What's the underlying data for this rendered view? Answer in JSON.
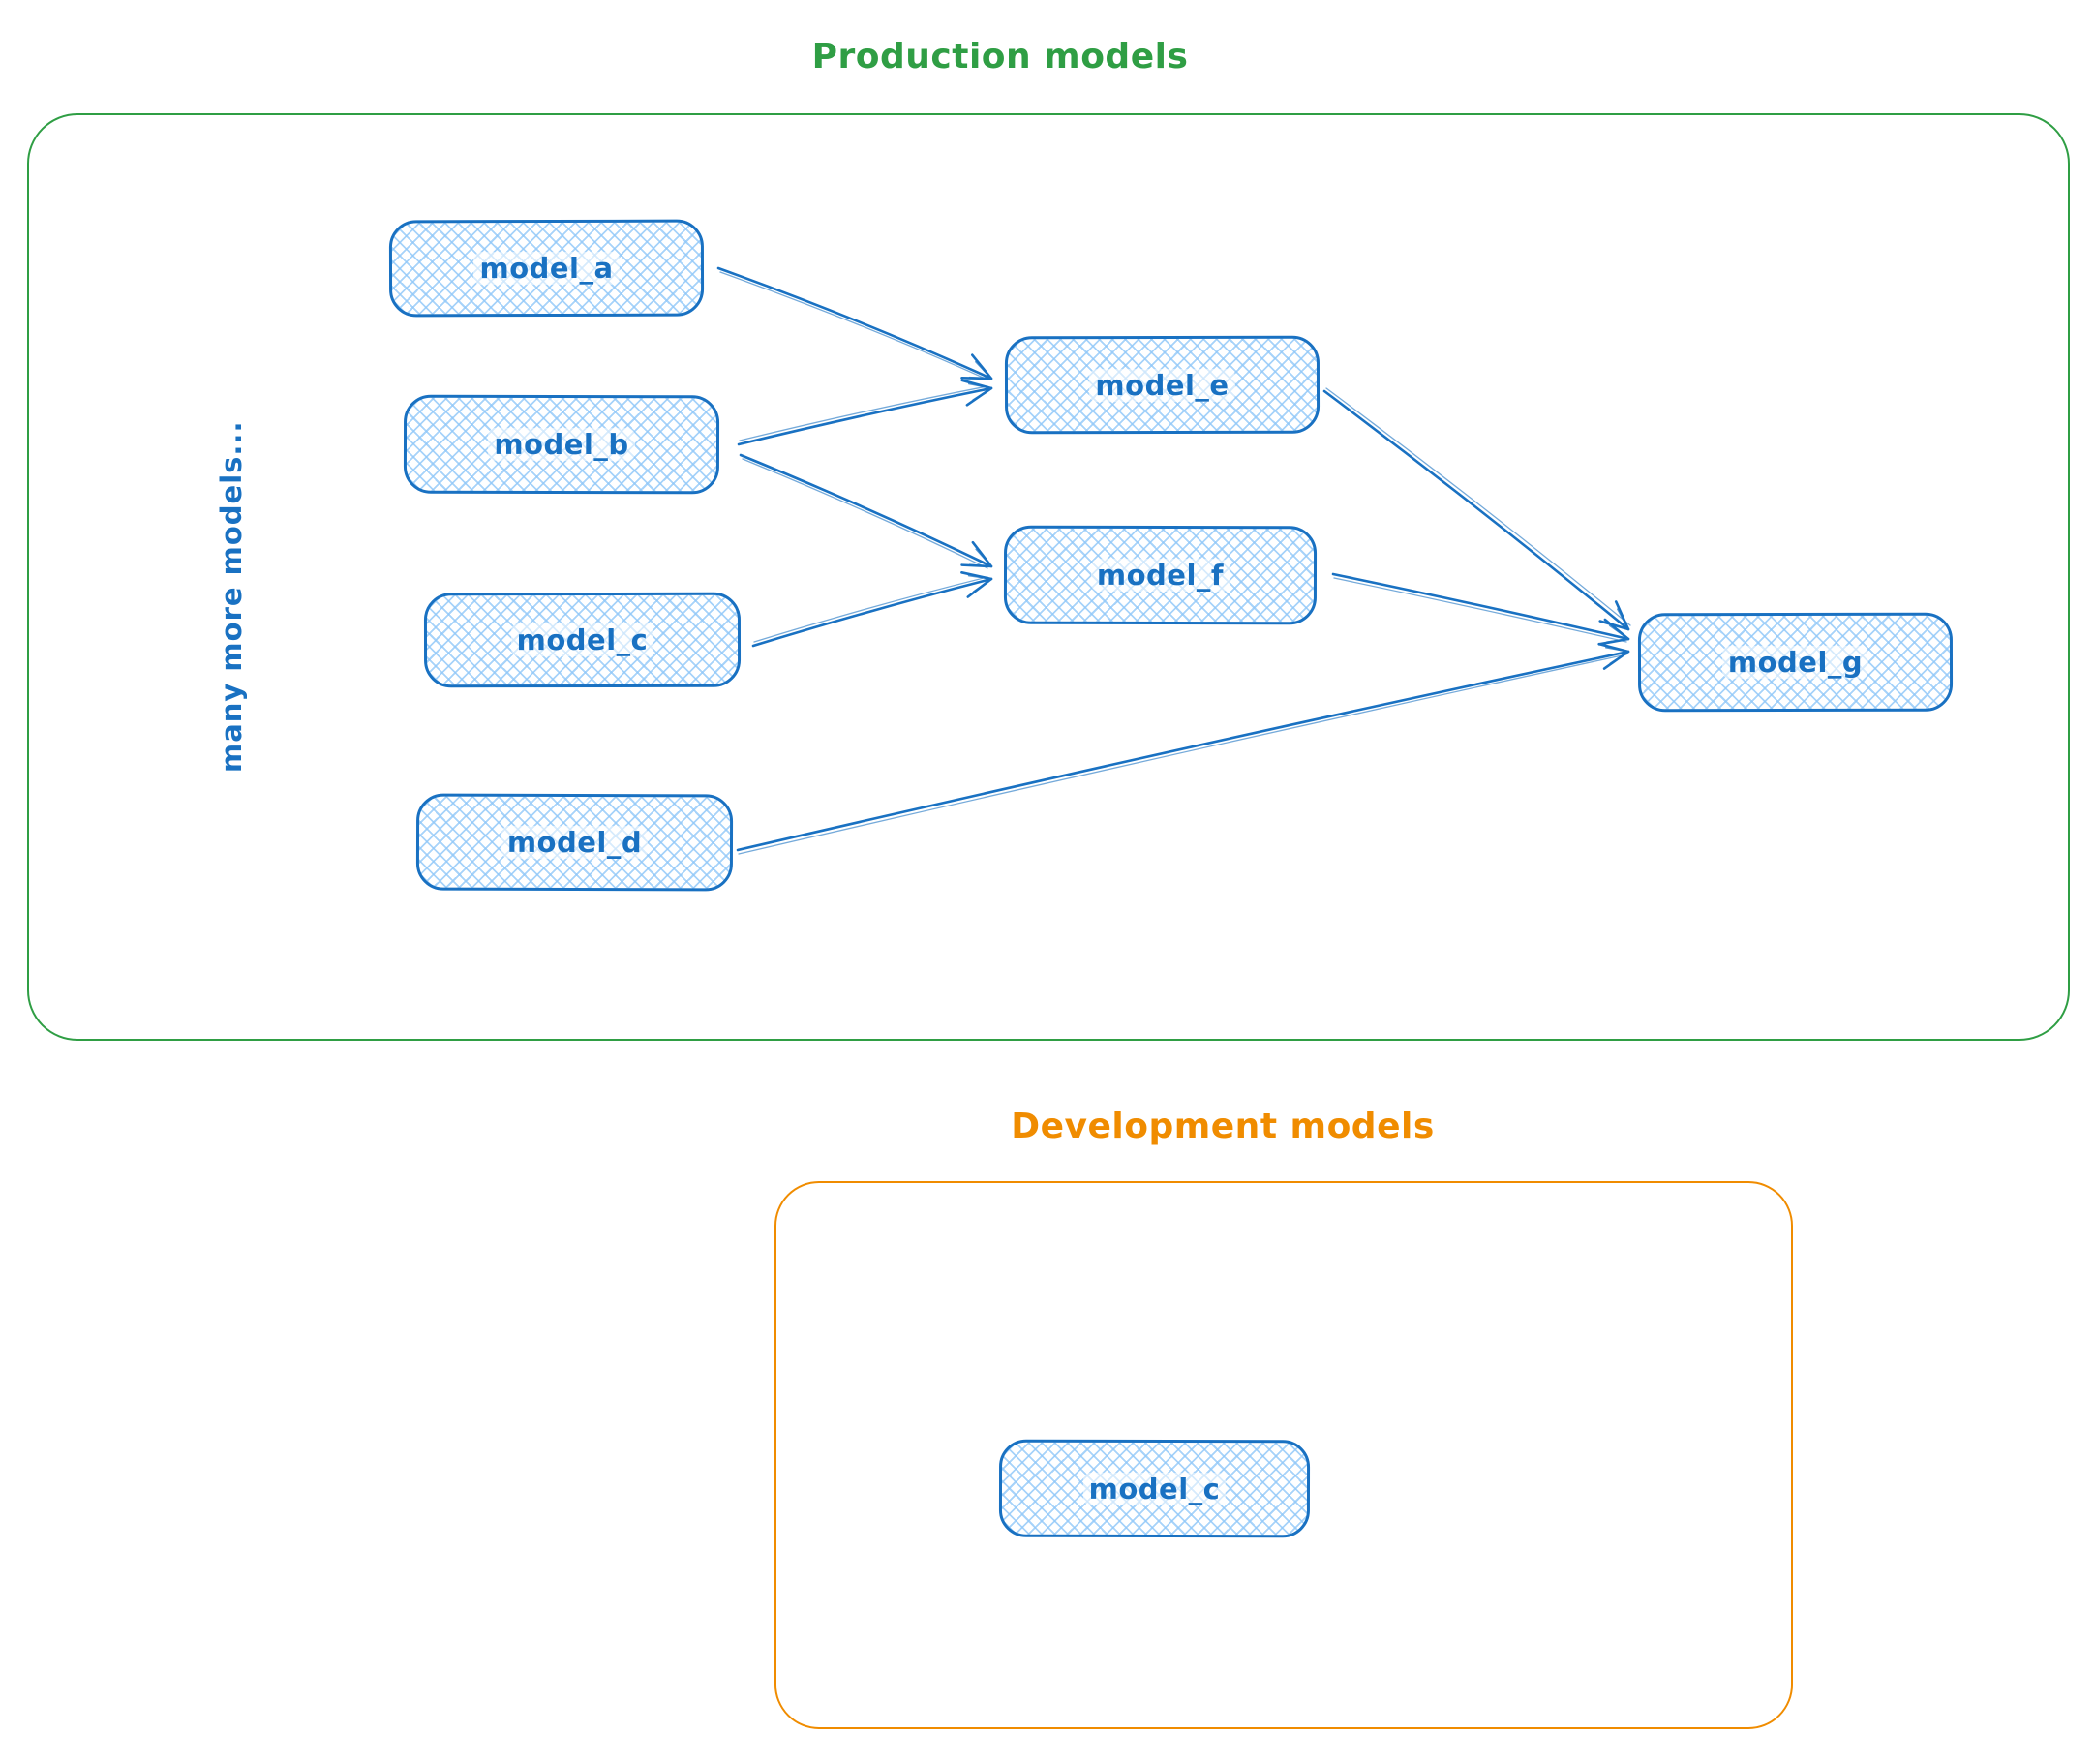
{
  "colors": {
    "blue_stroke": "#1971c2",
    "blue_fill_hatch": "#a5d8ff",
    "green": "#2f9e44",
    "orange": "#f08c00"
  },
  "production": {
    "title": "Production models",
    "side_note": "many more models...",
    "nodes": [
      {
        "id": "model_a",
        "label": "model_a"
      },
      {
        "id": "model_b",
        "label": "model_b"
      },
      {
        "id": "model_c",
        "label": "model_c"
      },
      {
        "id": "model_d",
        "label": "model_d"
      },
      {
        "id": "model_e",
        "label": "model_e"
      },
      {
        "id": "model_f",
        "label": "model_f"
      },
      {
        "id": "model_g",
        "label": "model_g"
      }
    ],
    "edges": [
      {
        "from": "model_a",
        "to": "model_e"
      },
      {
        "from": "model_b",
        "to": "model_e"
      },
      {
        "from": "model_b",
        "to": "model_f"
      },
      {
        "from": "model_c",
        "to": "model_f"
      },
      {
        "from": "model_e",
        "to": "model_g"
      },
      {
        "from": "model_f",
        "to": "model_g"
      },
      {
        "from": "model_d",
        "to": "model_g"
      }
    ]
  },
  "development": {
    "title": "Development models",
    "nodes": [
      {
        "id": "model_c_dev",
        "label": "model_c"
      }
    ]
  }
}
